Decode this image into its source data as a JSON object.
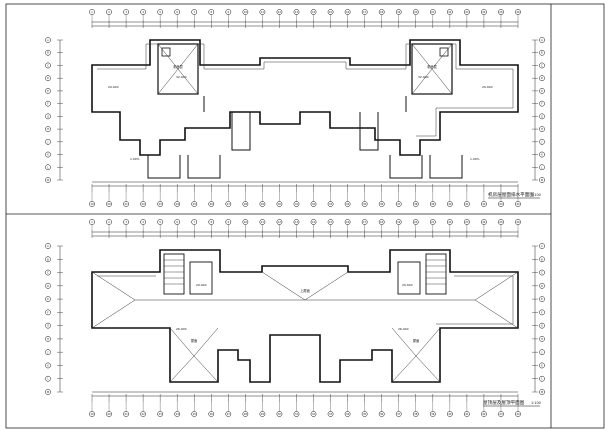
{
  "sheet": {
    "upper_title": "机房层屋面排水平面图",
    "upper_scale": "1:100",
    "lower_title": "屋顶层及屋顶平面图",
    "lower_scale": "1:100"
  },
  "upper_plan": {
    "grid_numbers": [
      "1",
      "2",
      "3",
      "4",
      "5",
      "6",
      "7",
      "8",
      "9",
      "10",
      "11",
      "12",
      "13",
      "14",
      "15",
      "16",
      "17",
      "18",
      "19",
      "20",
      "21",
      "22",
      "23",
      "24",
      "25",
      "26",
      "27",
      "28",
      "29",
      "30",
      "31",
      "32",
      "33",
      "34",
      "35",
      "36",
      "37",
      "38",
      "39",
      "40",
      "41",
      "42",
      "43",
      "44"
    ],
    "room_labels": [
      "机房层",
      "机房层"
    ],
    "elevation_labels": [
      "32.400",
      "32.400",
      "29.400",
      "29.400",
      "1.00%",
      "1.00%"
    ]
  },
  "lower_plan": {
    "grid_numbers": [
      "1",
      "2",
      "3",
      "4",
      "5",
      "6",
      "7",
      "8",
      "9",
      "10",
      "11",
      "12",
      "13",
      "14",
      "15",
      "16",
      "17",
      "18",
      "19",
      "20",
      "21",
      "22",
      "23",
      "24",
      "25",
      "26",
      "27",
      "28",
      "29",
      "30",
      "31",
      "32",
      "33",
      "34",
      "35",
      "36",
      "37",
      "38",
      "39",
      "40",
      "41",
      "42",
      "43",
      "44"
    ],
    "room_labels": [
      "上屋面",
      "屋面",
      "屋面"
    ],
    "elevation_labels": [
      "29.400",
      "29.400",
      "26.400",
      "26.400"
    ]
  },
  "row_axis_letters": [
    "A",
    "B",
    "C",
    "D",
    "E",
    "F",
    "G",
    "H",
    "J",
    "K",
    "L",
    "M"
  ]
}
